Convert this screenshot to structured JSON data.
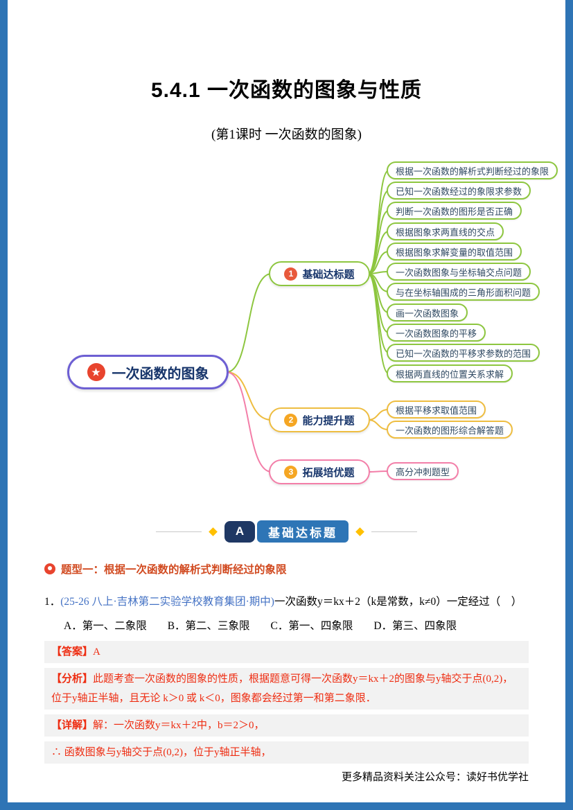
{
  "page": {
    "title": "5.4.1 一次函数的图象与性质",
    "subtitle": "(第1课时 一次函数的图象)",
    "footer": "更多精品资料关注公众号：读好书优学社"
  },
  "mindmap": {
    "root": {
      "label": "一次函数的图象",
      "glyph": "★",
      "border_color": "#6d5fd3",
      "icon_color": "#e8442e"
    },
    "branches": [
      {
        "number": "1",
        "label": "基础达标题",
        "color": "#8dc63f",
        "badge_color": "#e8593b",
        "leaves": [
          "根据一次函数的解析式判断经过的象限",
          "已知一次函数经过的象限求参数",
          "判断一次函数的图形是否正确",
          "根据图象求两直线的交点",
          "根据图象求解变量的取值范围",
          "一次函数图象与坐标轴交点问题",
          "与在坐标轴围成的三角形面积问题",
          "画一次函数图象",
          "一次函数图象的平移",
          "已知一次函数的平移求参数的范围",
          "根据两直线的位置关系求解"
        ]
      },
      {
        "number": "2",
        "label": "能力提升题",
        "color": "#eebd40",
        "badge_color": "#f5a623",
        "leaves": [
          "根据平移求取值范围",
          "一次函数的图形综合解答题"
        ]
      },
      {
        "number": "3",
        "label": "拓展培优题",
        "color": "#f37ea8",
        "badge_color": "#f5a623",
        "leaves": [
          "高分冲刺题型"
        ]
      }
    ]
  },
  "section_banner": {
    "badge": "A",
    "label": "基础达标题"
  },
  "topic": {
    "label": "题型一：根据一次函数的解析式判断经过的象限"
  },
  "question": {
    "number": "1．",
    "source": "(25-26 八上·吉林第二实验学校教育集团·期中)",
    "stem": "一次函数y＝kx＋2（k是常数，k≠0）一定经过（　）",
    "options": [
      "A．第一、二象限",
      "B．第二、三象限",
      "C．第一、四象限",
      "D．第三、四象限"
    ]
  },
  "answer": {
    "label": "【答案】",
    "value": "A"
  },
  "analysis": {
    "label": "【分析】",
    "text": "此题考查一次函数的图象的性质，根据题意可得一次函数y＝kx＋2的图象与y轴交于点(0,2)，位于y轴正半轴，且无论 k＞0 或 k＜0，图象都会经过第一和第二象限．"
  },
  "detail": {
    "label": "【详解】",
    "text": "解：一次函数y＝kx＋2中，b＝2＞0，",
    "conclusion": "∴ 函数图象与y轴交于点(0,2)，位于y轴正半轴，"
  }
}
